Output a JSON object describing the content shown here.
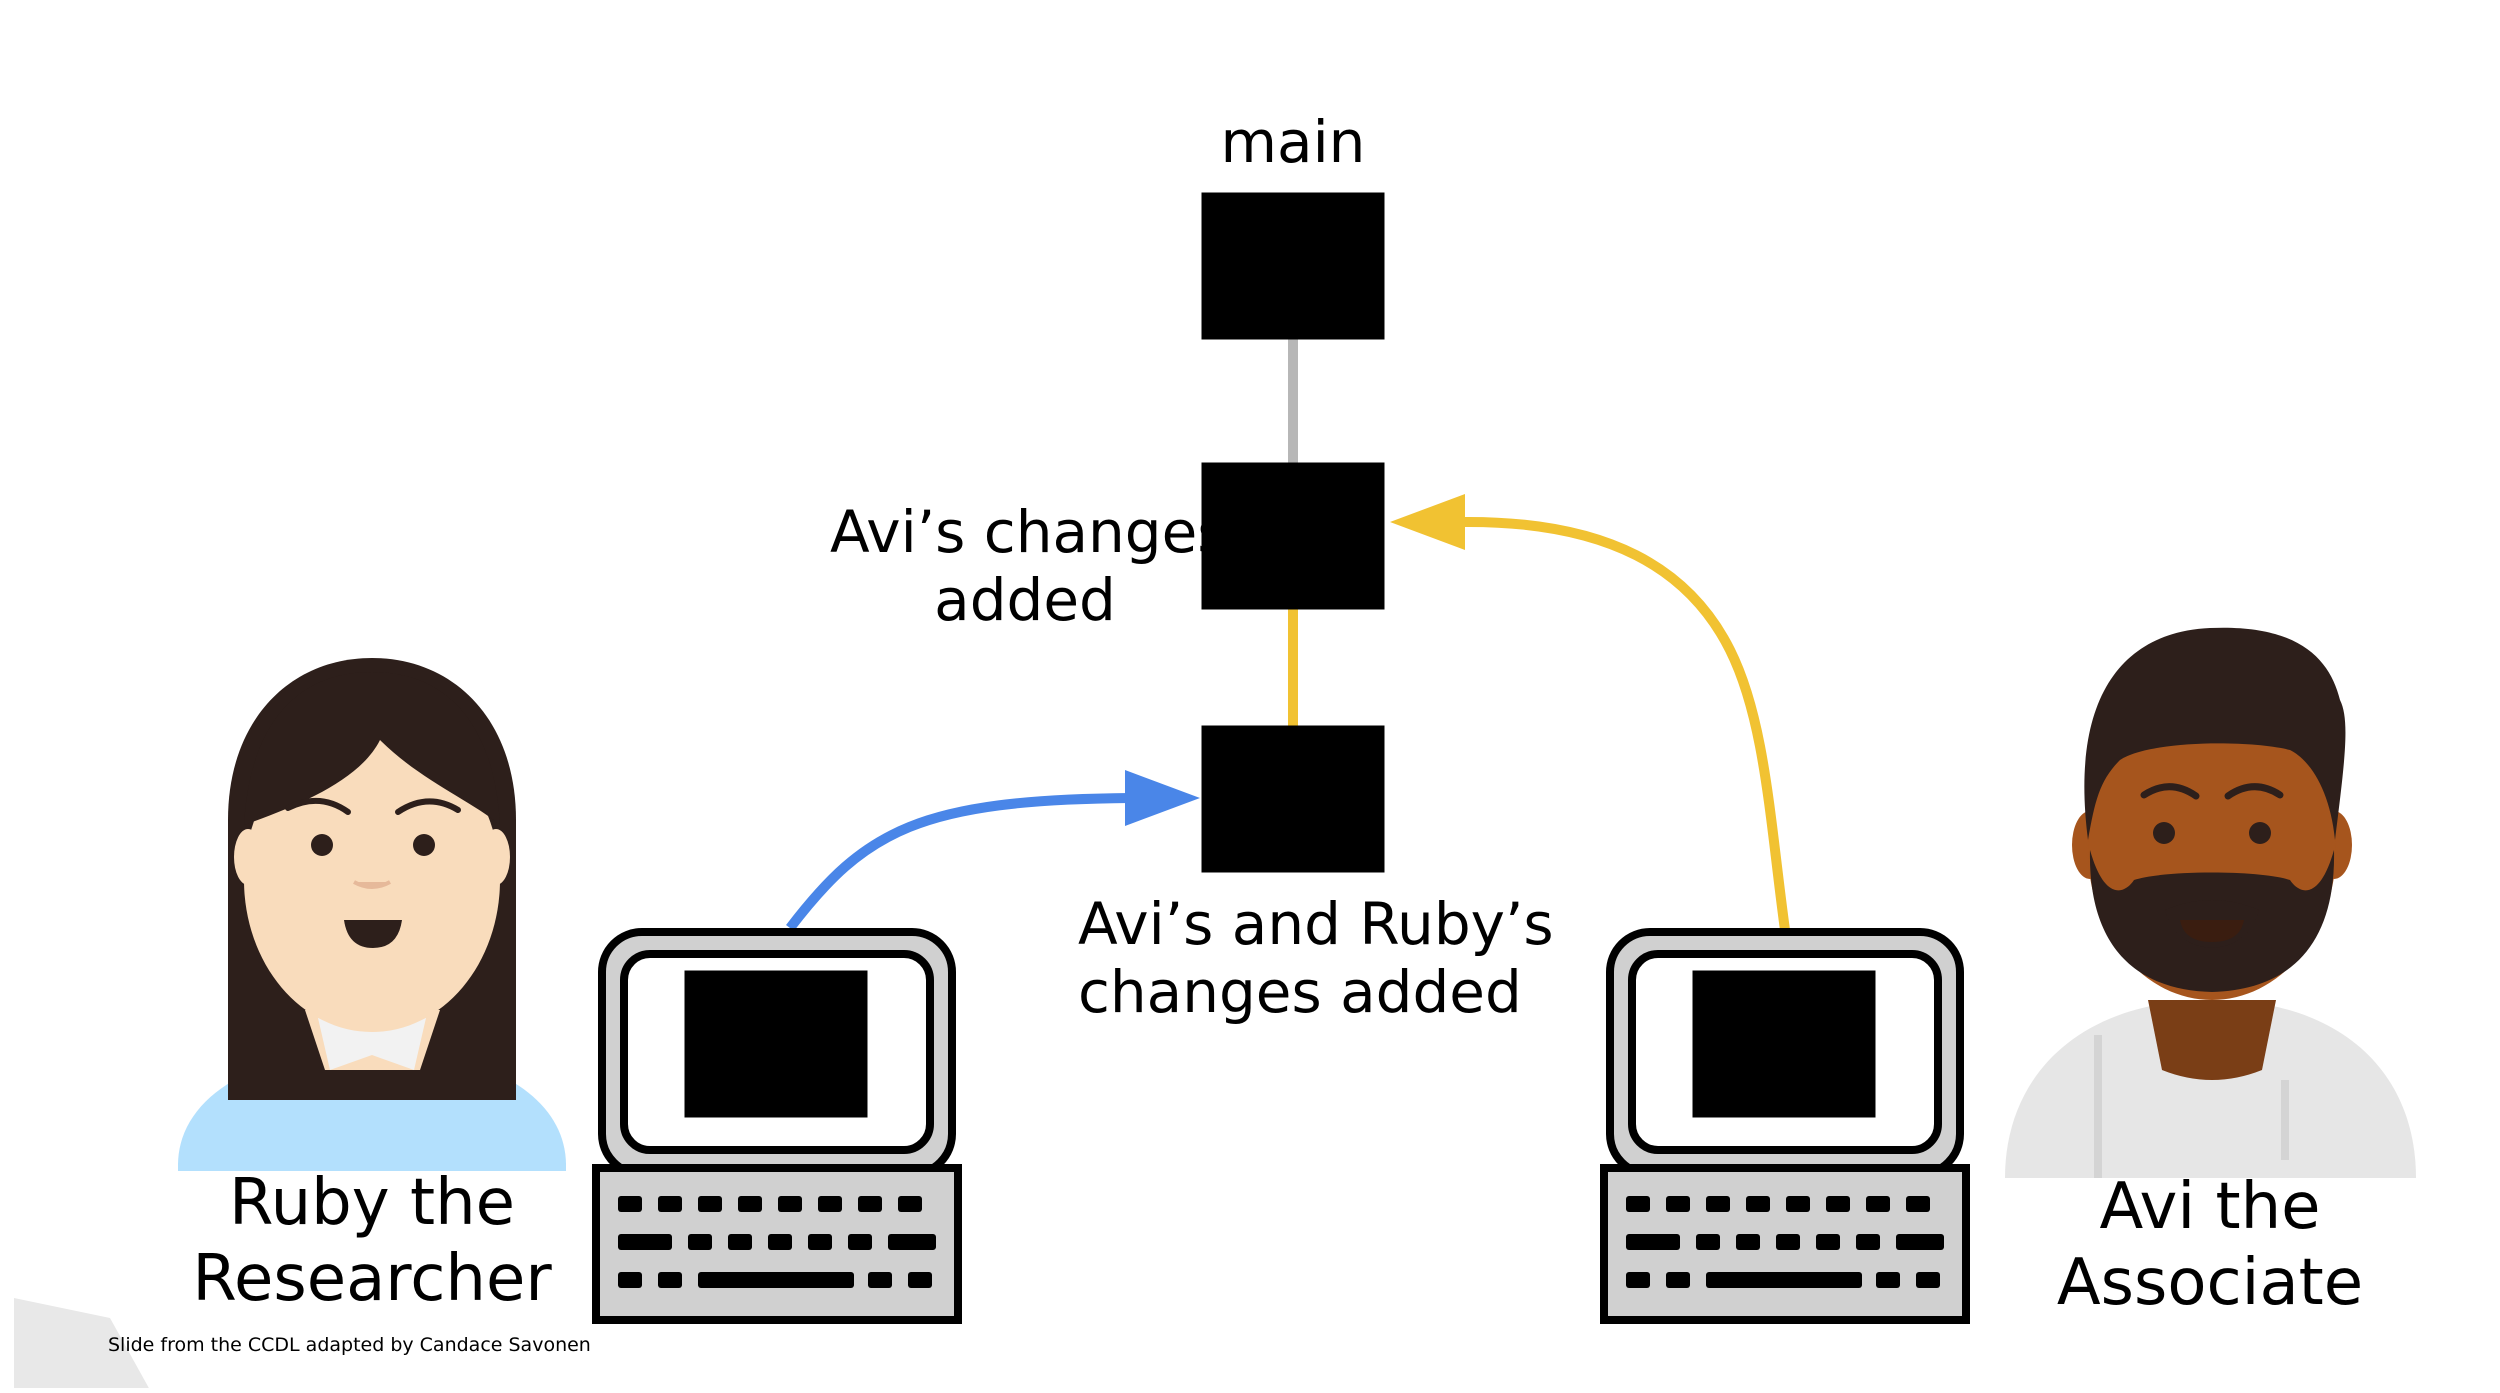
{
  "nodes": {
    "main": {
      "label": "main",
      "color": "#d0d0d0"
    },
    "avi_changes": {
      "label_lines": [
        "Avi’s changes",
        "added"
      ],
      "color": "#fed966"
    },
    "merged": {
      "label_lines": [
        "Avi’s and Ruby’s",
        "changes added"
      ],
      "color": "#93c47d"
    }
  },
  "people": {
    "ruby": {
      "name_lines": [
        "Ruby the",
        "Researcher"
      ],
      "shirt_color": "#b3e0fd",
      "screen_color": "#6d9eeb"
    },
    "avi": {
      "name_lines": [
        "Avi the",
        "Associate"
      ],
      "shirt_color": "#e6e6e6",
      "screen_color": "#fed966"
    }
  },
  "arrows": {
    "blue": "#4a86e8",
    "yellow": "#f1c232",
    "connector_gray": "#b7b7b7"
  },
  "icons": {
    "code_window": "code-window-icon",
    "computer": "computer-icon",
    "keyboard": "keyboard-icon",
    "ruby_avatar": "woman-avatar-icon",
    "avi_avatar": "man-avatar-icon"
  },
  "footer": {
    "credit": "Slide from the CCDL adapted by Candace Savonen"
  }
}
